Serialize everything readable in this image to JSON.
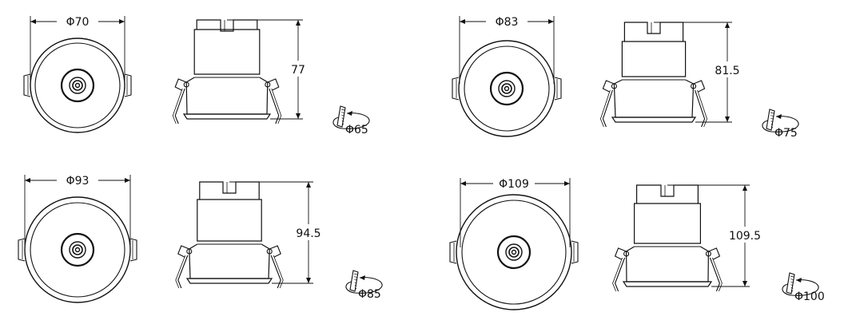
{
  "variants": [
    {
      "outer_diameter": "Φ70",
      "height": "77",
      "cutout": "Φ65"
    },
    {
      "outer_diameter": "Φ83",
      "height": "81.5",
      "cutout": "Φ75"
    },
    {
      "outer_diameter": "Φ93",
      "height": "94.5",
      "cutout": "Φ85"
    },
    {
      "outer_diameter": "Φ109",
      "height": "109.5",
      "cutout": "Φ100"
    }
  ],
  "icons": {
    "cutout": "hole-saw-icon"
  },
  "colors": {
    "line": "#111111",
    "background": "#ffffff"
  }
}
